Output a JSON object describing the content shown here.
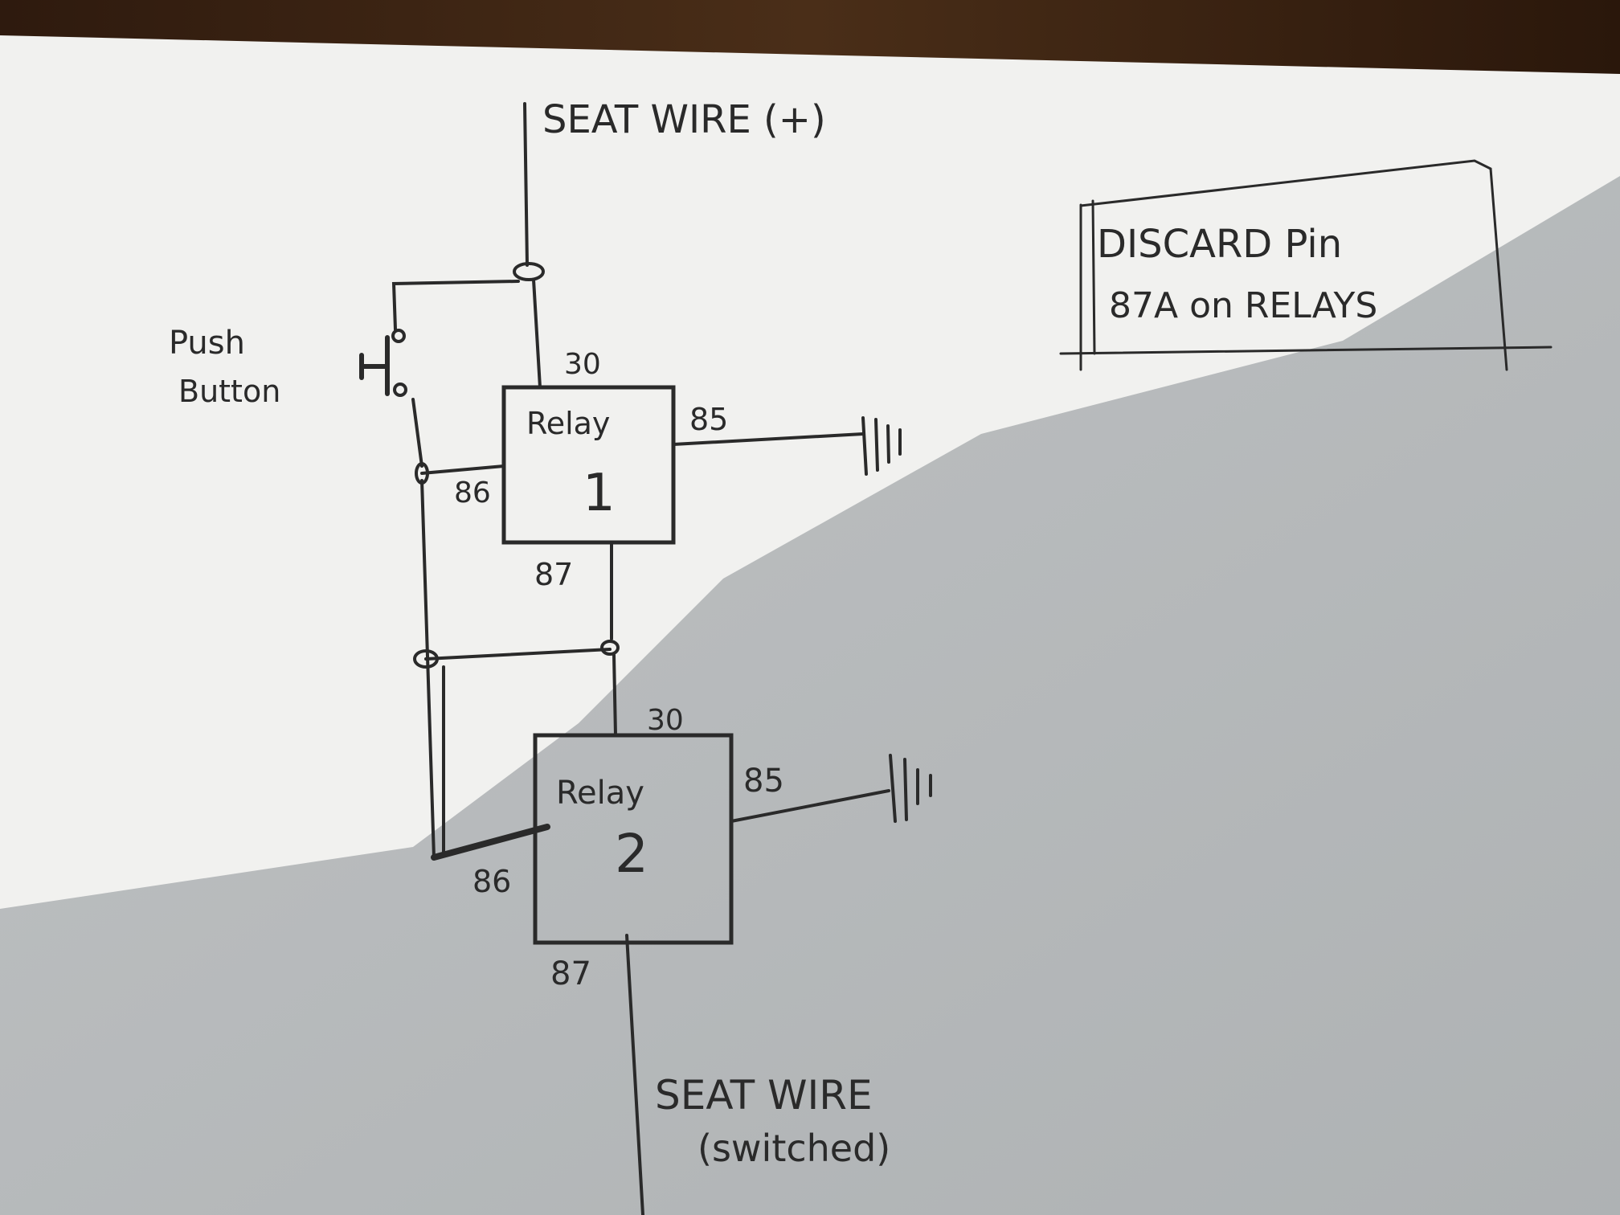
{
  "diagram": {
    "title": "Push button latching relay wiring sketch",
    "top_wire_label": "SEAT WIRE (+)",
    "bottom_wire_label_line1": "SEAT WIRE",
    "bottom_wire_label_line2": "(switched)",
    "push_button_label_line1": "Push",
    "push_button_label_line2": "Button",
    "relay1": {
      "name": "Relay",
      "number": "1",
      "pin_30": "30",
      "pin_85": "85",
      "pin_86": "86",
      "pin_87": "87"
    },
    "relay2": {
      "name": "Relay",
      "number": "2",
      "pin_30": "30",
      "pin_85": "85",
      "pin_86": "86",
      "pin_87": "87"
    },
    "note_line1": "DISCARD Pin",
    "note_line2": "87A on RELAYS"
  },
  "colors": {
    "paper": "#f1f1ef",
    "shadow": "#b4b7b9",
    "ink": "#2a2a2a",
    "wood": "#3a2414"
  }
}
